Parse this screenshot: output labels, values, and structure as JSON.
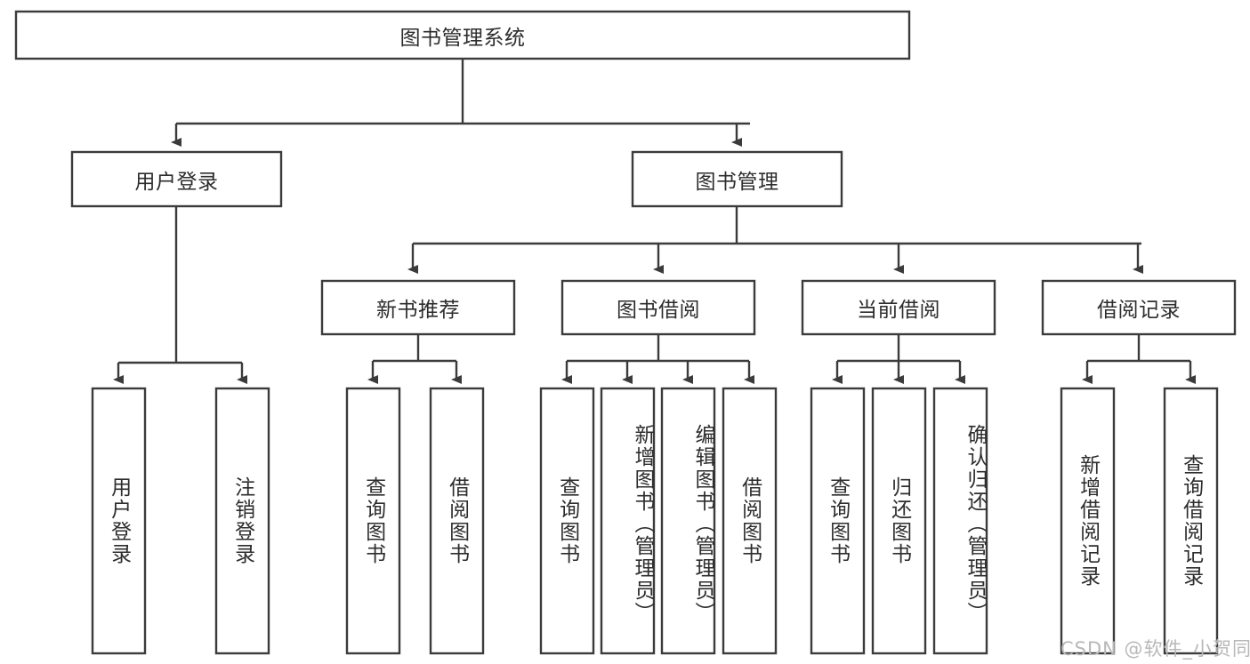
{
  "diagram": {
    "type": "tree-hierarchy",
    "title": "图书管理系统",
    "colors": {
      "stroke": "#3b3b3b",
      "fill": "#ffffff",
      "text": "#2d2d2d",
      "watermark": "#b8b8b8",
      "background": "#ffffff"
    },
    "root": {
      "label": "图书管理系统"
    },
    "level2": [
      {
        "label": "用户登录"
      },
      {
        "label": "图书管理"
      }
    ],
    "level3": [
      {
        "label": "新书推荐"
      },
      {
        "label": "图书借阅"
      },
      {
        "label": "当前借阅"
      },
      {
        "label": "借阅记录"
      }
    ],
    "leaves": {
      "user_login": [
        {
          "label": "用户登录"
        },
        {
          "label": "注销登录"
        }
      ],
      "new_book_recommend": [
        {
          "label": "查询图书"
        },
        {
          "label": "借阅图书"
        }
      ],
      "book_borrow": [
        {
          "label": "查询图书"
        },
        {
          "label": "新增图书（管理员）"
        },
        {
          "label": "编辑图书（管理员）"
        },
        {
          "label": "借阅图书"
        }
      ],
      "current_borrow": [
        {
          "label": "查询图书"
        },
        {
          "label": "归还图书"
        },
        {
          "label": "确认归还（管理员）"
        }
      ],
      "borrow_record": [
        {
          "label": "新增借阅记录"
        },
        {
          "label": "查询借阅记录"
        }
      ]
    }
  },
  "watermark": {
    "text": "CSDN @软件_小贺同学"
  }
}
